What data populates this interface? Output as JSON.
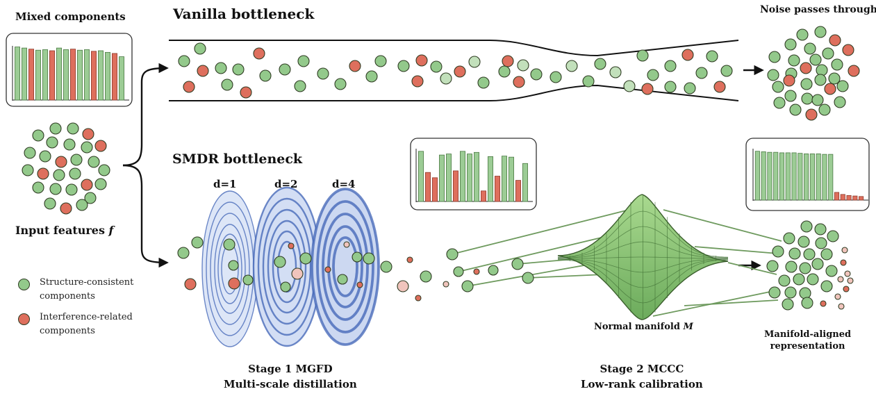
{
  "colors": {
    "structure": "#93c98b",
    "structure_light": "#c2e0bb",
    "interference": "#de6f5d",
    "interference_light": "#f0c4bc",
    "ring_blue": "#3f63b5",
    "bar_green": "#9ccc95",
    "bar_red": "#de6f5d",
    "manifold": "#8bc97a"
  },
  "labels": {
    "mixed_components": "Mixed components",
    "vanilla_bottleneck": "Vanilla bottleneck",
    "noise_passes": "Noise passes through",
    "input_features": "Input features ",
    "input_features_symbol": "f",
    "smdr_bottleneck": "SMDR bottleneck",
    "d1": "d=1",
    "d2": "d=2",
    "d4": "d=4",
    "normal_manifold": "Normal manifold ",
    "normal_manifold_symbol": "M",
    "manifold_aligned_line1": "Manifold-aligned",
    "manifold_aligned_line2": "representation",
    "stage1_line1": "Stage 1 MGFD",
    "stage1_line2": "Multi-scale distillation",
    "stage2_line1": "Stage 2 MCCC",
    "stage2_line2": "Low-rank calibration"
  },
  "legend": [
    {
      "label": "Structure-consistent components",
      "icon": "green-dot"
    },
    {
      "label": "Interference-related components",
      "icon": "red-dot"
    }
  ],
  "bar_charts": {
    "mixed": {
      "values": [
        0.98,
        0.96,
        0.94,
        0.92,
        0.93,
        0.91,
        0.96,
        0.93,
        0.94,
        0.92,
        0.93,
        0.9,
        0.91,
        0.88,
        0.86,
        0.8
      ],
      "kinds": [
        "g",
        "g",
        "r",
        "g",
        "g",
        "r",
        "g",
        "g",
        "r",
        "g",
        "g",
        "r",
        "g",
        "g",
        "r",
        "g"
      ]
    },
    "middle": {
      "values": [
        0.95,
        0.55,
        0.45,
        0.88,
        0.9,
        0.58,
        0.95,
        0.9,
        0.93,
        0.2,
        0.85,
        0.48,
        0.86,
        0.84,
        0.4,
        0.72
      ],
      "kinds": [
        "g",
        "r",
        "r",
        "g",
        "g",
        "r",
        "g",
        "g",
        "g",
        "r",
        "g",
        "r",
        "g",
        "g",
        "r",
        "g"
      ]
    },
    "output": {
      "values": [
        0.95,
        0.94,
        0.93,
        0.93,
        0.92,
        0.92,
        0.92,
        0.91,
        0.9,
        0.9,
        0.9,
        0.89,
        0.89,
        0.15,
        0.11,
        0.09,
        0.08,
        0.07
      ],
      "kinds": [
        "g",
        "g",
        "g",
        "g",
        "g",
        "g",
        "g",
        "g",
        "g",
        "g",
        "g",
        "g",
        "g",
        "r",
        "r",
        "r",
        "r",
        "r"
      ]
    }
  }
}
